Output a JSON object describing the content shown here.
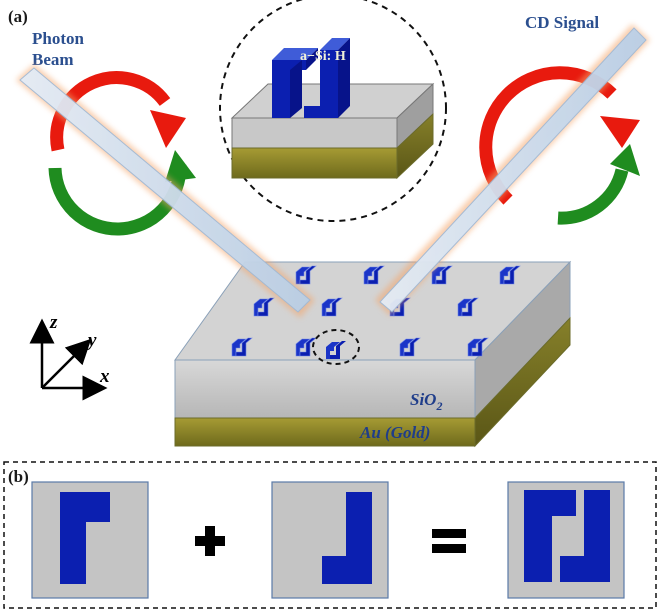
{
  "panel_a": {
    "label": "(a)",
    "photon_beam_label_line1": "Photon",
    "photon_beam_label_line2": "Beam",
    "cd_signal_label": "CD Signal",
    "inset_material_label": "a−Si: H",
    "substrate_oxide_label": "SiO",
    "substrate_oxide_subscript": "2",
    "substrate_metal_label": "Au (Gold)",
    "axes": {
      "z": "z",
      "y": "y",
      "x": "x"
    }
  },
  "panel_b": {
    "label": "(b)",
    "operator_plus": "+",
    "operator_equals": "="
  },
  "colors": {
    "structure_blue": "#0b1fb0",
    "arrow_red": "#e81a0e",
    "arrow_green": "#1f8c1f",
    "beam_fill": "#c9dcf0",
    "beam_glow": "#f5b27a",
    "sio2_gray": "#c6c6c6",
    "gold": "#8f8a2a"
  }
}
